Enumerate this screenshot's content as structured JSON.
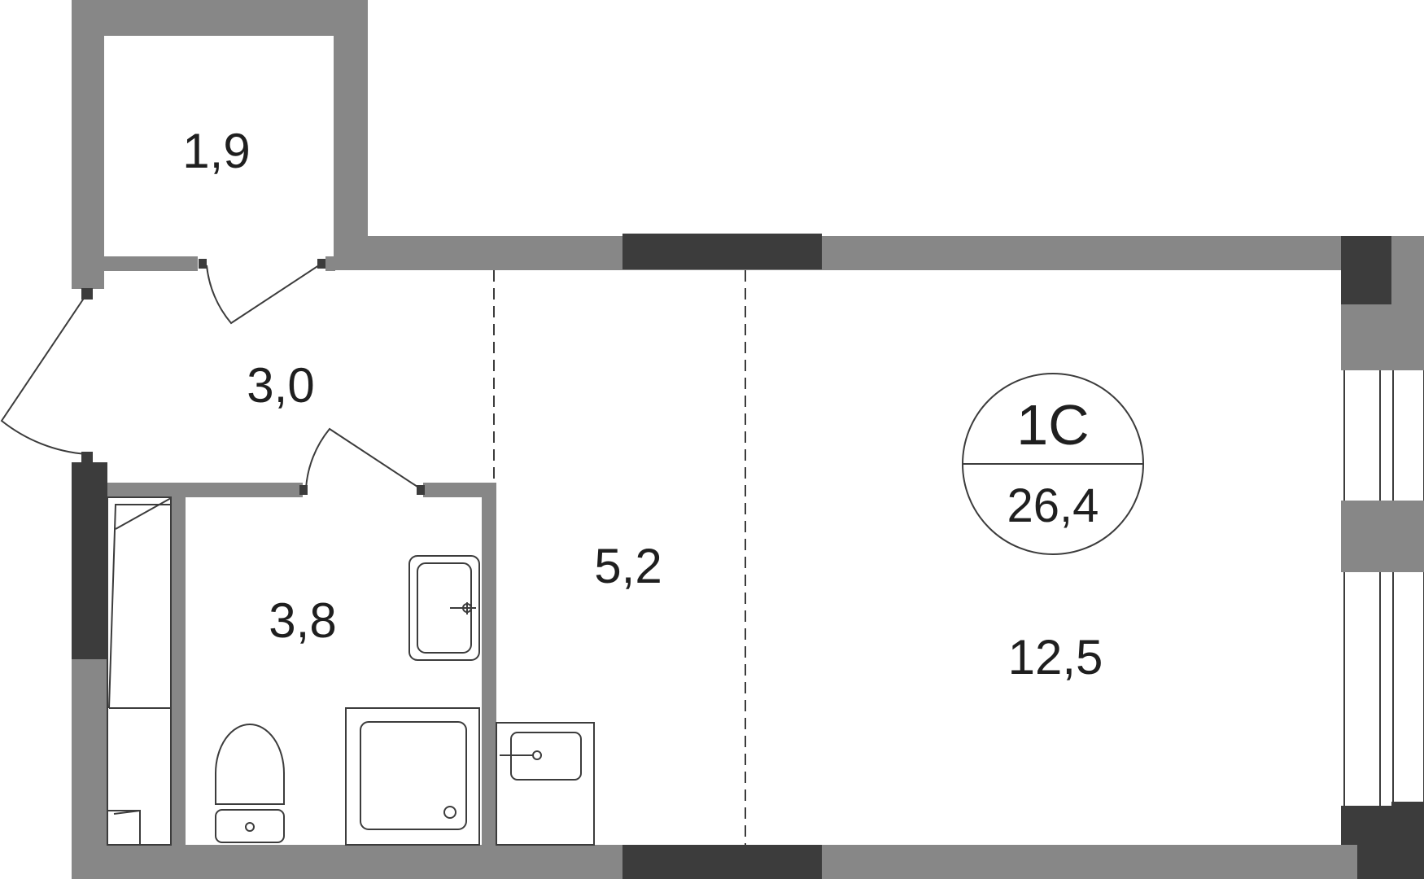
{
  "apartment": {
    "type_label": "1С",
    "total_area": "26,4"
  },
  "rooms": [
    {
      "id": "storage",
      "area": "1,9"
    },
    {
      "id": "hallway",
      "area": "3,0"
    },
    {
      "id": "bathroom",
      "area": "3,8"
    },
    {
      "id": "kitchen",
      "area": "5,2"
    },
    {
      "id": "living-room",
      "area": "12,5"
    }
  ],
  "colors": {
    "wall": "#878787",
    "load_bearing_wall": "#3c3c3c",
    "line": "#3c3c3c",
    "text": "#1f1f1f"
  }
}
